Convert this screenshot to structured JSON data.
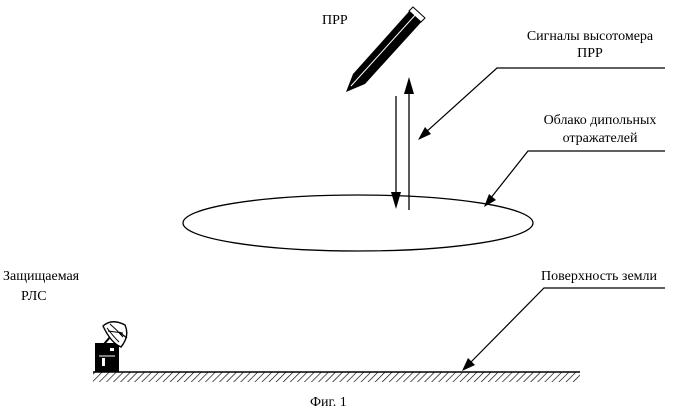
{
  "labels": {
    "missile": "ПРР",
    "altimeter_signals_line1": "Сигналы высотомера",
    "altimeter_signals_line2": "ПРР",
    "dipole_cloud_line1": "Облако дипольных",
    "dipole_cloud_line2": "отражателей",
    "radar_line1": "Защищаемая",
    "radar_line2": "РЛС",
    "ground_surface": "Поверхность земли"
  },
  "caption": "Фиг. 1"
}
